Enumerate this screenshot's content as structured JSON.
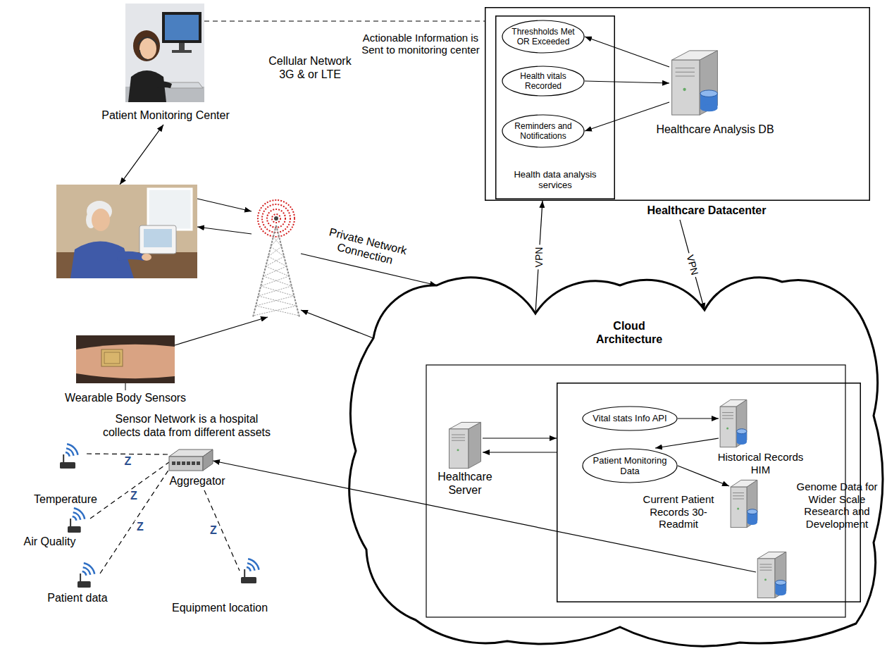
{
  "diagram": {
    "nodes": [
      {
        "text": [
          "Patient Monitoring Center"
        ]
      },
      {
        "text": [
          "Healthcare Datacenter"
        ]
      },
      {
        "text": [
          "Health data analysis services"
        ],
        "in": 1
      },
      {
        "text": [
          "Threshholds Met OR Exceeded"
        ],
        "in": 2
      },
      {
        "text": [
          "Health vitals Recorded"
        ],
        "in": 2
      },
      {
        "text": [
          "Reminders and Notifications"
        ],
        "in": 2
      },
      {
        "text": [
          "Healthcare Analysis DB"
        ],
        "in": 1
      },
      {
        "text": []
      },
      {
        "text": [
          "Cellular Network 3G & or LTE"
        ]
      },
      {
        "text": [
          "Wearable Body Sensors"
        ]
      },
      {
        "text": [
          "Cloud Architecture"
        ]
      },
      {
        "text": [
          "Healthcare Server"
        ],
        "in": 10
      },
      {
        "text": [],
        "in": 10
      },
      {
        "text": [
          "Vital stats Info API"
        ],
        "in": 12
      },
      {
        "text": [
          "Patient Monitoring Data"
        ],
        "in": 12
      },
      {
        "text": [
          "Historical Records HIM"
        ],
        "in": 12
      },
      {
        "text": [
          "Current Patient Records 30-Readmit"
        ],
        "in": 12
      },
      {
        "text": [
          "Genome Data for Wider Scale Research and Development"
        ],
        "in": 12
      },
      {
        "text": [
          "Aggregator"
        ]
      },
      {
        "text": [
          "Temperature"
        ]
      },
      {
        "text": [
          "Air Quality"
        ]
      },
      {
        "text": [
          "Patient data"
        ]
      },
      {
        "text": [
          "Equipment location"
        ]
      }
    ],
    "edges": [
      {
        "from": 0,
        "to": 7,
        "arrow": "both"
      },
      {
        "from": 0,
        "to": 1,
        "label": "Actionable Information is Sent to monitoring center",
        "arrow": "none"
      },
      {
        "from": 6,
        "to": 3,
        "arrow": "to"
      },
      {
        "from": 4,
        "to": 6,
        "arrow": "to"
      },
      {
        "from": 6,
        "to": 5,
        "arrow": "to"
      },
      {
        "from": 7,
        "to": 8,
        "arrow": "to"
      },
      {
        "from": 8,
        "to": 7,
        "arrow": "to"
      },
      {
        "from": 9,
        "to": 8,
        "arrow": "to"
      },
      {
        "from": 8,
        "to": 10,
        "label": "Private Network Connection",
        "arrow": "to"
      },
      {
        "from": 10,
        "to": 8,
        "arrow": "to"
      },
      {
        "from": 10,
        "to": 1,
        "label": "VPN",
        "arrow": "to"
      },
      {
        "from": 1,
        "to": 10,
        "label": "VPN",
        "arrow": "to"
      },
      {
        "from": 11,
        "to": 12,
        "arrow": "to"
      },
      {
        "from": 12,
        "to": 11,
        "arrow": "to"
      },
      {
        "from": 13,
        "to": 15,
        "arrow": "to"
      },
      {
        "from": 15,
        "to": 14,
        "arrow": "to"
      },
      {
        "from": 14,
        "to": 16,
        "arrow": "to"
      },
      {
        "from": 17,
        "to": 18,
        "arrow": "to"
      },
      {
        "from": 19,
        "to": 18,
        "label": "Z",
        "arrow": "none"
      },
      {
        "from": 20,
        "to": 18,
        "label": "Z",
        "arrow": "none"
      },
      {
        "from": 21,
        "to": 18,
        "label": "Z",
        "arrow": "none"
      },
      {
        "from": 18,
        "to": 22,
        "label": "Z",
        "arrow": "none"
      }
    ],
    "labels": [
      "Sensor Network is a hospital collects data from different assets"
    ]
  }
}
